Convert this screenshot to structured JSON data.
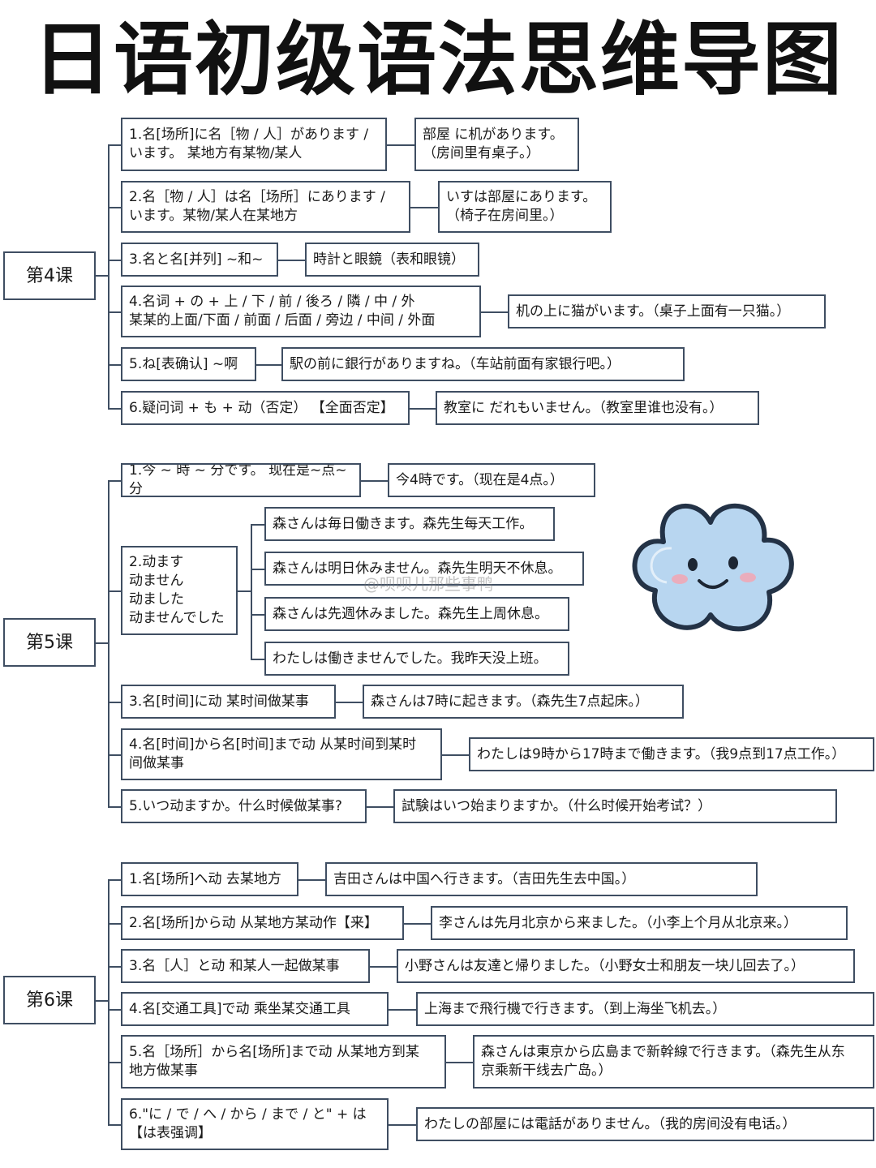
{
  "title": "日语初级语法思维导图",
  "watermark": "@呗呗儿那些事鸭",
  "lessons": [
    {
      "name": "第4课",
      "items": [
        {
          "rule": "1.名[场所]に名［物 / 人］があります /\nいます。  某地方有某物/某人",
          "example": "部屋 に机があります。\n（房间里有桌子。）"
        },
        {
          "rule": "2.名［物 / 人］は名［场所］にあります /\nいます。某物/某人在某地方",
          "example": "いすは部屋にあります。\n（椅子在房间里。）"
        },
        {
          "rule": "3.名と名[并列]  ~和~",
          "example": "時計と眼鏡（表和眼镜）"
        },
        {
          "rule": "4.名词 + の + 上 / 下 / 前 / 後ろ / 隣 / 中 / 外\n 某某的上面/下面 / 前面 / 后面 / 旁边 / 中间 / 外面",
          "example": "机の上に猫がいます。（桌子上面有一只猫。）"
        },
        {
          "rule": "5.ね[表确认]  ~啊",
          "example": "駅の前に銀行がありますね。（车站前面有家银行吧。）"
        },
        {
          "rule": "6.疑问词 + も + 动（否定）  【全面否定】",
          "example": "教室に だれもいません。（教室里谁也没有。）"
        }
      ]
    },
    {
      "name": "第5课",
      "items": [
        {
          "rule": "1.今 ~ 時 ~ 分です。 现在是~点~分",
          "example": "今4時です。（现在是4点。）"
        },
        {
          "rule": "2.动ます\n动ません\n动ました\n动ませんでした",
          "examples": [
            "森さんは毎日働きます。森先生每天工作。",
            "森さんは明日休みません。森先生明天不休息。",
            "森さんは先週休みました。森先生上周休息。",
            "わたしは働きませんでした。我昨天没上班。"
          ]
        },
        {
          "rule": "3.名[时间]に动  某时间做某事",
          "example": "森さんは7時に起きます。（森先生7点起床。）"
        },
        {
          "rule": "4.名[时间]から名[时间]まで动  从某时间到某时\n间做某事",
          "example": "わたしは9時から17時まで働きます。（我9点到17点工作。）"
        },
        {
          "rule": "5.いつ动ますか。什么时候做某事?",
          "example": "試験はいつ始まりますか。（什么时候开始考试？）"
        }
      ]
    },
    {
      "name": "第6课",
      "items": [
        {
          "rule": "1.名[场所]へ动  去某地方",
          "example": "吉田さんは中国へ行きます。（吉田先生去中国。）"
        },
        {
          "rule": "2.名[场所]から动  从某地方某动作【来】",
          "example": "李さんは先月北京から来ました。（小李上个月从北京来。）"
        },
        {
          "rule": "3.名［人］と动  和某人一起做某事",
          "example": "小野さんは友達と帰りました。（小野女士和朋友一块儿回去了。）"
        },
        {
          "rule": "4.名[交通工具]で动  乘坐某交通工具",
          "example": "上海まで飛行機で行きます。（到上海坐飞机去。）"
        },
        {
          "rule": "5.名［场所］から名[场所]まで动  从某地方到某\n地方做某事",
          "example": "森さんは東京から広島まで新幹線で行きます。（森先生从东\n京乘新干线去广岛。）"
        },
        {
          "rule": "6.\"に / で / へ / から / まで / と\" + は\n  【は表强调】",
          "example": "わたしの部屋には電話がありません。（我的房间没有电话。）"
        }
      ]
    }
  ]
}
